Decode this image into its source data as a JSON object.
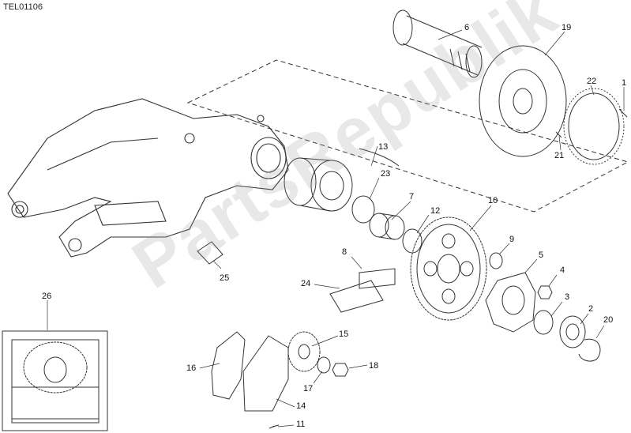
{
  "diagram_code": "TEL01106",
  "watermark": "PartsRepublik",
  "callouts": [
    "1",
    "2",
    "3",
    "4",
    "5",
    "6",
    "7",
    "8",
    "9",
    "10",
    "11",
    "12",
    "13",
    "14",
    "15",
    "16",
    "17",
    "18",
    "19",
    "20",
    "21",
    "22",
    "23",
    "24",
    "25",
    "26"
  ],
  "colors": {
    "line": "#333333",
    "watermark": "#969696",
    "background": "#ffffff"
  }
}
